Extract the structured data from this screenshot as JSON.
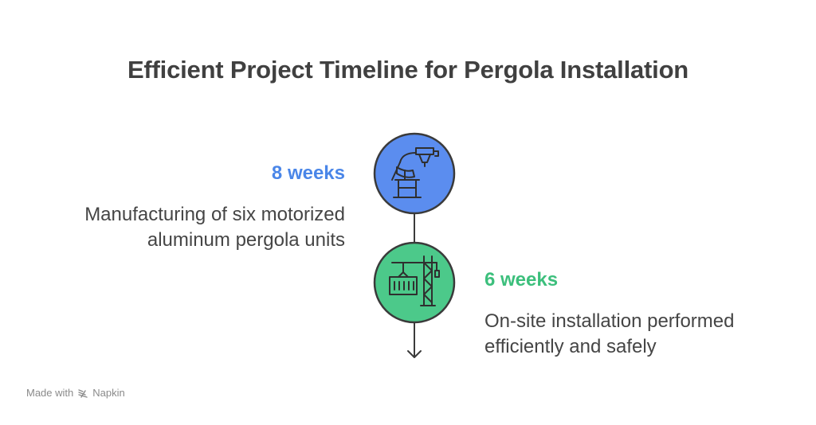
{
  "title": "Efficient Project Timeline for Pergola Installation",
  "colors": {
    "blue": "#4A86E8",
    "blue_fill": "#5B8DEF",
    "green": "#3CBF7C",
    "green_fill": "#4CC98A",
    "stroke": "#3a3a3a"
  },
  "steps": [
    {
      "duration": "8 weeks",
      "description": "Manufacturing of six motorized aluminum pergola units",
      "icon": "manufacturing-machine-icon",
      "side": "left",
      "color": "#4A86E8"
    },
    {
      "duration": "6 weeks",
      "description": "On-site installation performed efficiently and safely",
      "icon": "crane-icon",
      "side": "right",
      "color": "#3CBF7C"
    }
  ],
  "footer": {
    "made_with": "Made with",
    "brand": "Napkin",
    "brand_icon": "napkin-logo-icon"
  }
}
